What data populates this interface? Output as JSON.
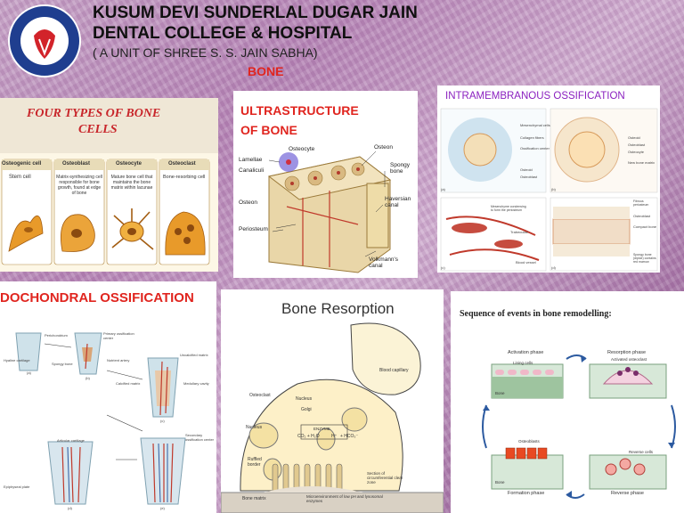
{
  "header": {
    "line1": "KUSUM DEVI SUNDERLAL DUGAR JAIN",
    "line2": "DENTAL COLLEGE & HOSPITAL",
    "line3": "( A UNIT OF SHREE S. S. JAIN SABHA)",
    "topic": "BONE"
  },
  "bone_cells": {
    "title_line1": "FOUR TYPES OF BONE",
    "title_line2": "CELLS",
    "columns": [
      {
        "name": "Osteogenic cell",
        "desc": "Stem cell"
      },
      {
        "name": "Osteoblast",
        "desc": "Matrix-synthesizing cell responsible for bone growth, found at edge of bone"
      },
      {
        "name": "Osteocyte",
        "desc": "Mature bone cell that maintains the bone matrix within lacunae"
      },
      {
        "name": "Osteoclast",
        "desc": "Bone-resorbing cell"
      }
    ]
  },
  "ultrastructure": {
    "title_line1": "ULTRASTRUCTURE",
    "title_line2": "OF BONE",
    "labels": [
      "Osteocyte",
      "Osteon",
      "Lamellae",
      "Canaliculi",
      "Spongy bone",
      "Osteon",
      "Haversian canal",
      "Periosteum",
      "Volkmann's canal"
    ]
  },
  "intramembranous": {
    "title": "INTRAMEMBRANOUS OSSIFICATION",
    "labels_a": [
      "Mesenchymal cells",
      "Collagen fibers",
      "Ossification center",
      "Osteoid",
      "Osteoblast"
    ],
    "labels_b": [
      "Osteoid",
      "Osteoblast",
      "Osteocyte",
      "New bone matrix"
    ],
    "labels_c": [
      "Mesenchyme condensing to form the periosteum",
      "Trabeculae",
      "Blood vessel"
    ],
    "labels_d": [
      "Fibrous periosteum",
      "Osteoblast",
      "Compact bone",
      "Spongy bone (diploe) contains red marrow"
    ],
    "panel_ids": [
      "(a)",
      "(b)",
      "(c)",
      "(d)"
    ]
  },
  "endochondral": {
    "title": "DOCHONDRAL OSSIFICATION",
    "labels": [
      "Perichondrium",
      "Hyaline cartilage",
      "Primary ossification center",
      "Nutrient artery",
      "Spongy bone",
      "Calcified matrix",
      "Uncalcified matrix",
      "Medullary cavity",
      "Articular cartilage",
      "Epiphyseal plate",
      "Secondary ossification center"
    ],
    "panel_ids": [
      "(a)",
      "(b)",
      "(c)",
      "(d)",
      "(e)"
    ]
  },
  "resorption": {
    "title": "Bone Resorption",
    "labels": [
      "Osteoclast",
      "Nucleus",
      "Golgi",
      "Blood capillary",
      "Nucleus",
      "ENZYME",
      "CO₂ + H₂O",
      "H⁺",
      "+ HCO₃⁻",
      "Ruffled border",
      "Section of circumferential clear zone",
      "Bone matrix",
      "Microenvironment of low pH and lysosomal enzymes"
    ]
  },
  "remodelling": {
    "title": "Sequence of events in bone remodelling:",
    "phases": [
      "Activation phase",
      "Resorption phase",
      "Formation phase",
      "Reverse phase"
    ],
    "labels": [
      "Lining cells",
      "Activated osteoclast",
      "Bone",
      "Osteoblasts",
      "Reverse cells",
      "Bone"
    ]
  },
  "colors": {
    "accent_red": "#e0251f",
    "title_red": "#c8262b",
    "panel_title_purple": "#8a1fbf",
    "cell_bone": "#e89a2a",
    "vessel": "#c0392b"
  }
}
